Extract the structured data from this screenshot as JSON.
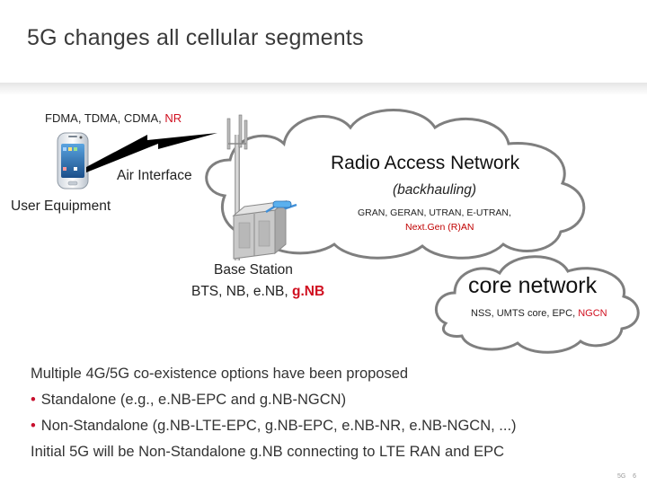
{
  "slide": {
    "title": "5G changes all cellular segments",
    "footer_left": "5G",
    "footer_right": "6"
  },
  "diagram": {
    "access_prefix": "FDMA, TDMA, CDMA, ",
    "access_highlight": "NR",
    "air_interface": "Air Interface",
    "user_equipment": "User Equipment",
    "ran_title": "Radio Access Network",
    "ran_subtitle": "(backhauling)",
    "ran_list_1": "GRAN, GERAN, UTRAN, E-UTRAN,",
    "ran_list_2": "Next.Gen (R)AN",
    "bs_title": "Base Station",
    "bs_list_prefix": "BTS, NB, e.NB, ",
    "bs_list_highlight": "g.NB",
    "core_title": "core network",
    "core_list_prefix": "NSS, UMTS core, EPC, ",
    "core_list_highlight": "NGCN"
  },
  "text_block": {
    "line1": "Multiple 4G/5G co-existence options have been proposed",
    "bullet1": "Standalone (e.g., e.NB-EPC and g.NB-NGCN)",
    "bullet2": "Non-Standalone (g.NB-LTE-EPC, g.NB-EPC, e.NB-NR, e.NB-NGCN, ...)",
    "line4": "Initial 5G will be Non-Standalone g.NB connecting to LTE RAN and EPC",
    "bullet_glyph": "•"
  },
  "colors": {
    "accent_red": "#d01020",
    "cloud_border": "#7f7f7f",
    "ran_list_red": "#c00000"
  },
  "icons": [
    "smartphone-icon",
    "lightning-bolt-icon",
    "antenna-tower-icon",
    "base-station-cabinet-icon",
    "cloud-icon"
  ]
}
